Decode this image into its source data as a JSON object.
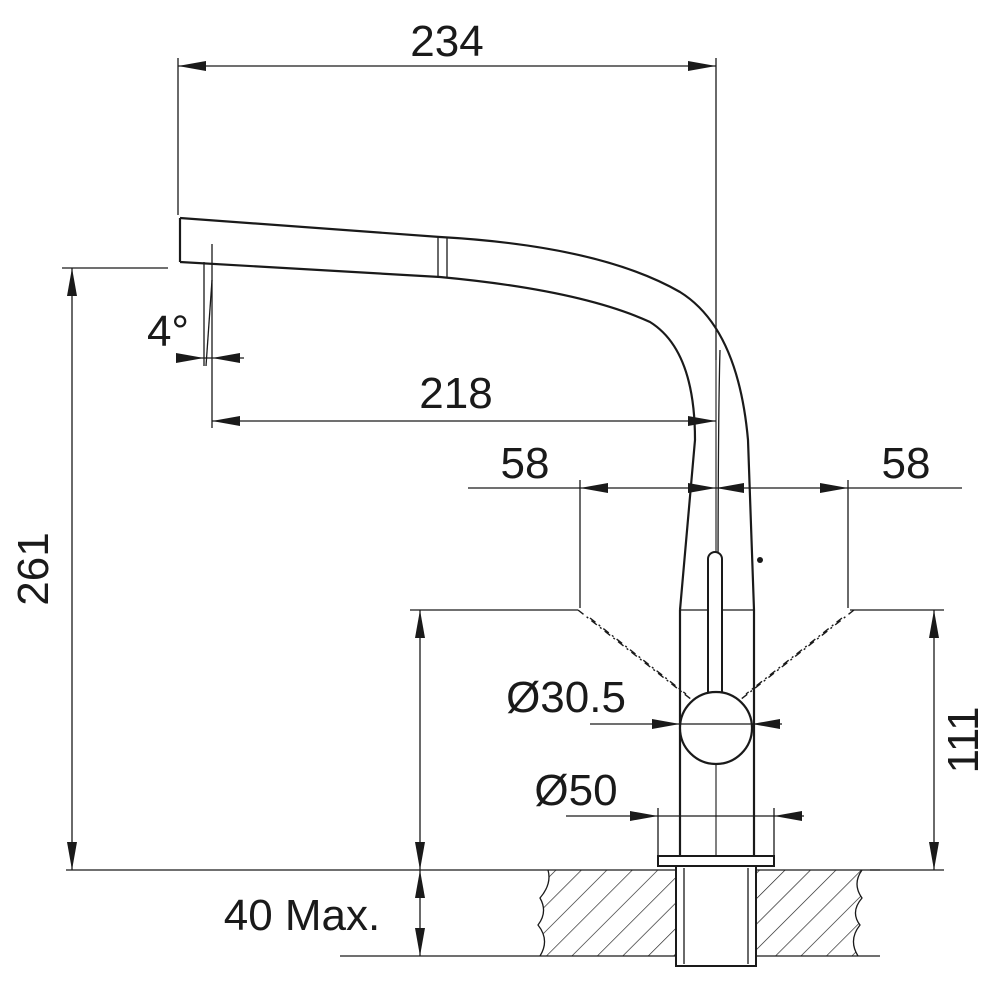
{
  "dimensions": {
    "overall_reach": "234",
    "spout_reach": "218",
    "spout_angle": "4°",
    "total_height": "261",
    "lever_swing_left": "58",
    "lever_swing_right": "58",
    "handle_height": "111",
    "handle_diameter": "Ø30.5",
    "base_diameter": "Ø50",
    "worktop_thickness": "40 Max."
  }
}
